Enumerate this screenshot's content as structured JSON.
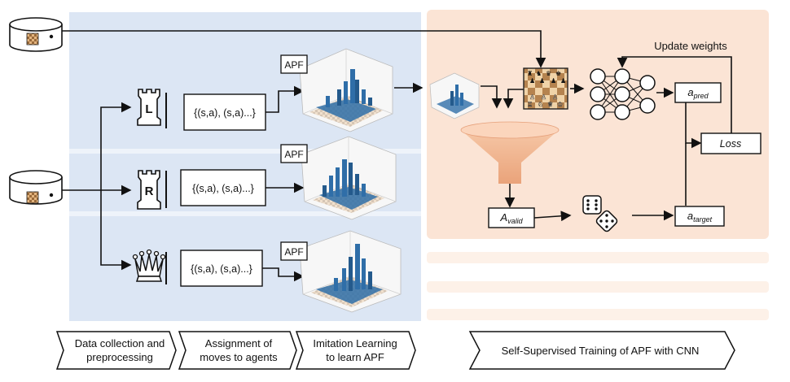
{
  "agents": [
    {
      "label": "{(s,a), (s,a)...}",
      "piece": "L",
      "apf": "APF"
    },
    {
      "label": "{(s,a), (s,a)...}",
      "piece": "R",
      "apf": "APF"
    },
    {
      "label": "{(s,a), (s,a)...}",
      "piece": "",
      "apf": "APF"
    }
  ],
  "training": {
    "update_weights": "Update weights",
    "a_pred": "a",
    "a_pred_sub": "pred",
    "loss": "Loss",
    "a_valid": "A",
    "a_valid_sub": "valid",
    "a_target": "a",
    "a_target_sub": "target"
  },
  "stages": [
    "Data collection and\npreprocessing",
    "Assignment of\nmoves to agents",
    "Imitation Learning\nto learn APF",
    "Self-Supervised Training of APF with CNN"
  ],
  "colors": {
    "left_bg": "#dce6f4",
    "right_bg": "#fbe4d5",
    "bars": "#2f6ea8",
    "funnel": "#f2b58e"
  }
}
